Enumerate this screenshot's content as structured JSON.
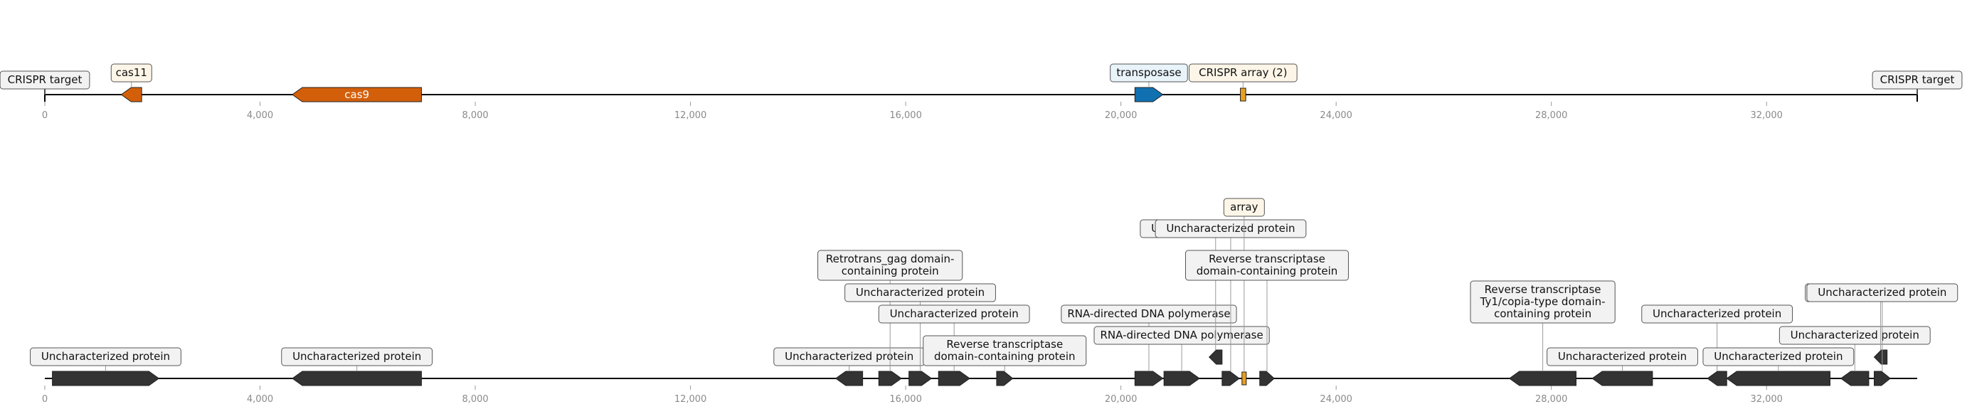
{
  "colors": {
    "cas_orange": "#d35f0a",
    "transposase_blue": "#1170b0",
    "array_orange": "#e8a020",
    "uncharacterized_dark": "#333333",
    "label_bg_cas": "#fdf6e8",
    "label_bg_transposase": "#e8f3fa",
    "label_bg_gray": "#f2f2f2",
    "axis_tick_gray": "#8a8a8a"
  },
  "axis": {
    "min": 0,
    "max": 34800,
    "ticks": [
      0,
      4000,
      8000,
      12000,
      16000,
      20000,
      24000,
      28000,
      32000
    ],
    "tick_labels": [
      "0",
      "4,000",
      "8,000",
      "12,000",
      "16,000",
      "20,000",
      "24,000",
      "28,000",
      "32,000"
    ]
  },
  "tracks": [
    {
      "name": "track-top",
      "features": [
        {
          "kind": "boundary",
          "pos": 0,
          "label": "CRISPR target",
          "level": 0
        },
        {
          "kind": "boundary",
          "pos": 34800,
          "label": "CRISPR target",
          "level": 0
        },
        {
          "kind": "gene",
          "start": 1420,
          "end": 1800,
          "strand": -1,
          "color": "cas_orange",
          "label": "cas11",
          "label_bg": "label_bg_cas",
          "level": 0
        },
        {
          "kind": "gene",
          "start": 4600,
          "end": 7000,
          "strand": -1,
          "color": "cas_orange",
          "inner_label": "cas9"
        },
        {
          "kind": "gene",
          "start": 20260,
          "end": 20780,
          "strand": 1,
          "color": "transposase_blue",
          "label": "transposase",
          "label_bg": "label_bg_transposase",
          "level": 0
        },
        {
          "kind": "array",
          "start": 22220,
          "end": 22320,
          "color": "array_orange",
          "label": "CRISPR array (2)",
          "label_bg": "label_bg_cas",
          "level": 0
        }
      ]
    },
    {
      "name": "track-bottom",
      "features": [
        {
          "kind": "gene",
          "start": 140,
          "end": 2120,
          "strand": 1,
          "color": "uncharacterized_dark",
          "label": "Uncharacterized protein",
          "label_bg": "label_bg_gray",
          "level": 0
        },
        {
          "kind": "gene",
          "start": 4600,
          "end": 7000,
          "strand": -1,
          "color": "uncharacterized_dark",
          "label": "Uncharacterized protein",
          "label_bg": "label_bg_gray",
          "level": 0
        },
        {
          "kind": "gene",
          "start": 14700,
          "end": 15200,
          "strand": -1,
          "color": "uncharacterized_dark",
          "label": "Uncharacterized protein",
          "label_bg": "label_bg_gray",
          "level": 0
        },
        {
          "kind": "gene",
          "start": 15500,
          "end": 15920,
          "strand": 1,
          "color": "uncharacterized_dark",
          "label": "Retrotrans_gag domain-\ncontaining protein",
          "label_bg": "label_bg_gray",
          "level": 4
        },
        {
          "kind": "gene",
          "start": 16060,
          "end": 16480,
          "strand": 1,
          "color": "uncharacterized_dark",
          "label": "Uncharacterized protein",
          "label_bg": "label_bg_gray",
          "level": 3
        },
        {
          "kind": "gene",
          "start": 16610,
          "end": 17190,
          "strand": 1,
          "color": "uncharacterized_dark",
          "label": "Uncharacterized protein",
          "label_bg": "label_bg_gray",
          "level": 2
        },
        {
          "kind": "gene",
          "start": 17690,
          "end": 17990,
          "strand": 1,
          "color": "uncharacterized_dark",
          "label": "Reverse transcriptase\ndomain-containing protein",
          "label_bg": "label_bg_gray",
          "level": 0
        },
        {
          "kind": "gene",
          "start": 20260,
          "end": 20780,
          "strand": 1,
          "color": "uncharacterized_dark",
          "label": "RNA-directed DNA polymerase",
          "label_bg": "label_bg_gray",
          "level": 2
        },
        {
          "kind": "gene",
          "start": 20800,
          "end": 21460,
          "strand": 1,
          "color": "uncharacterized_dark",
          "label": "RNA-directed DNA polymerase",
          "label_bg": "label_bg_gray",
          "level": 1
        },
        {
          "kind": "gene",
          "start": 21640,
          "end": 21880,
          "strand": -1,
          "color": "uncharacterized_dark",
          "row": 1,
          "label": "Uncharacterized protein",
          "label_bg": "label_bg_gray",
          "level": 5
        },
        {
          "kind": "gene",
          "start": 21880,
          "end": 22200,
          "strand": 1,
          "color": "uncharacterized_dark",
          "label": "Uncharacterized protein",
          "label_bg": "label_bg_gray",
          "level": 6
        },
        {
          "kind": "array",
          "start": 22250,
          "end": 22330,
          "color": "array_orange",
          "label": "array",
          "label_bg": "label_bg_cas",
          "level": 7
        },
        {
          "kind": "gene",
          "start": 22580,
          "end": 22850,
          "strand": 1,
          "color": "uncharacterized_dark",
          "label": "Reverse transcriptase\ndomain-containing protein",
          "label_bg": "label_bg_gray",
          "level": 4
        },
        {
          "kind": "gene",
          "start": 27220,
          "end": 28460,
          "strand": -1,
          "color": "uncharacterized_dark",
          "label": "Reverse transcriptase\nTy1/copia-type domain-\ncontaining protein",
          "label_bg": "label_bg_gray",
          "level": 2
        },
        {
          "kind": "gene",
          "start": 28760,
          "end": 29880,
          "strand": -1,
          "color": "uncharacterized_dark",
          "label": "Uncharacterized protein",
          "label_bg": "label_bg_gray",
          "level": 0
        },
        {
          "kind": "gene",
          "start": 30900,
          "end": 31260,
          "strand": -1,
          "color": "uncharacterized_dark",
          "label": "Uncharacterized protein",
          "label_bg": "label_bg_gray",
          "level": 2
        },
        {
          "kind": "gene",
          "start": 31260,
          "end": 33180,
          "strand": -1,
          "color": "uncharacterized_dark",
          "label": "Uncharacterized protein",
          "label_bg": "label_bg_gray",
          "level": 0
        },
        {
          "kind": "gene",
          "start": 33380,
          "end": 33900,
          "strand": -1,
          "color": "uncharacterized_dark",
          "label": "Uncharacterized protein",
          "label_bg": "label_bg_gray",
          "level": 1
        },
        {
          "kind": "gene",
          "start": 34000,
          "end": 34240,
          "strand": -1,
          "color": "uncharacterized_dark",
          "row": 1,
          "label": "Uncharacterized protein",
          "label_bg": "label_bg_gray",
          "level": 2
        },
        {
          "kind": "gene",
          "start": 34000,
          "end": 34300,
          "strand": 1,
          "color": "uncharacterized_dark",
          "label": "Uncharacterized protein",
          "label_bg": "label_bg_gray",
          "level": 3
        }
      ]
    }
  ]
}
